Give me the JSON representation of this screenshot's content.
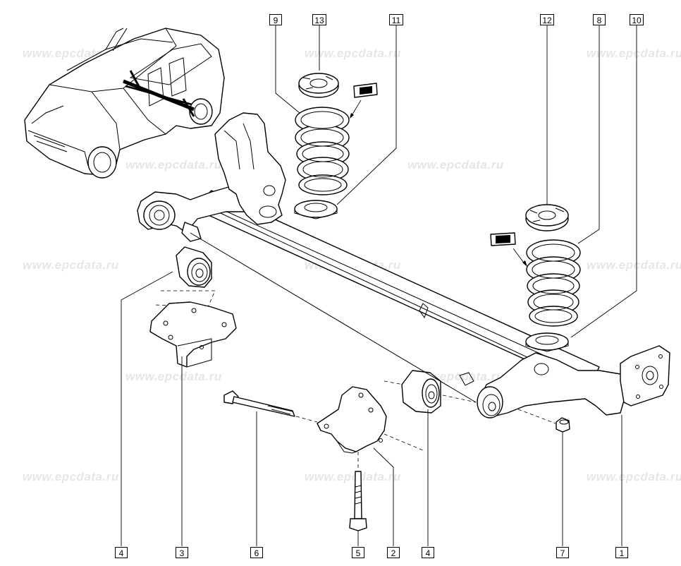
{
  "watermark": "www.epcdata.ru",
  "callouts": {
    "c1": "1",
    "c2": "2",
    "c3": "3",
    "c4a": "4",
    "c4b": "4",
    "c5": "5",
    "c6": "6",
    "c7": "7",
    "c8": "8",
    "c9": "9",
    "c10": "10",
    "c11": "11",
    "c12": "12",
    "c13": "13"
  },
  "colors": {
    "line": "#000000",
    "watermark": "#e6e6e6",
    "background": "#ffffff"
  }
}
